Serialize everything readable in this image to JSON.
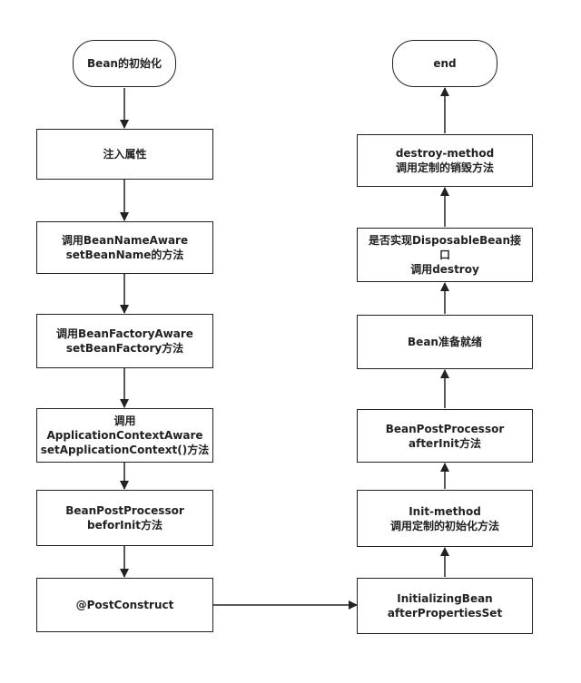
{
  "nodes": {
    "start": {
      "lines": [
        "Bean的初始化"
      ]
    },
    "inject": {
      "lines": [
        "注入属性"
      ]
    },
    "beanNameAware": {
      "lines": [
        "调用BeanNameAware",
        "setBeanName的方法"
      ]
    },
    "beanFactoryAware": {
      "lines": [
        "调用BeanFactoryAware",
        "setBeanFactory方法"
      ]
    },
    "appContextAware": {
      "lines": [
        "调用",
        "ApplicationContextAware",
        "setApplicationContext()方法"
      ]
    },
    "beforeInit": {
      "lines": [
        "BeanPostProcessor",
        "beforInit方法"
      ]
    },
    "postConstruct": {
      "lines": [
        "@PostConstruct"
      ]
    },
    "initializingBean": {
      "lines": [
        "InitializingBean",
        "afterPropertiesSet"
      ]
    },
    "initMethod": {
      "lines": [
        "Init-method",
        "调用定制的初始化方法"
      ]
    },
    "afterInit": {
      "lines": [
        "BeanPostProcessor",
        "afterInit方法"
      ]
    },
    "ready": {
      "lines": [
        "Bean准备就绪"
      ]
    },
    "disposable": {
      "lines": [
        "是否实现DisposableBean接",
        "口",
        "调用destroy"
      ]
    },
    "destroyMethod": {
      "lines": [
        "destroy-method",
        "调用定制的销毁方法"
      ]
    },
    "end": {
      "lines": [
        "end"
      ]
    }
  }
}
